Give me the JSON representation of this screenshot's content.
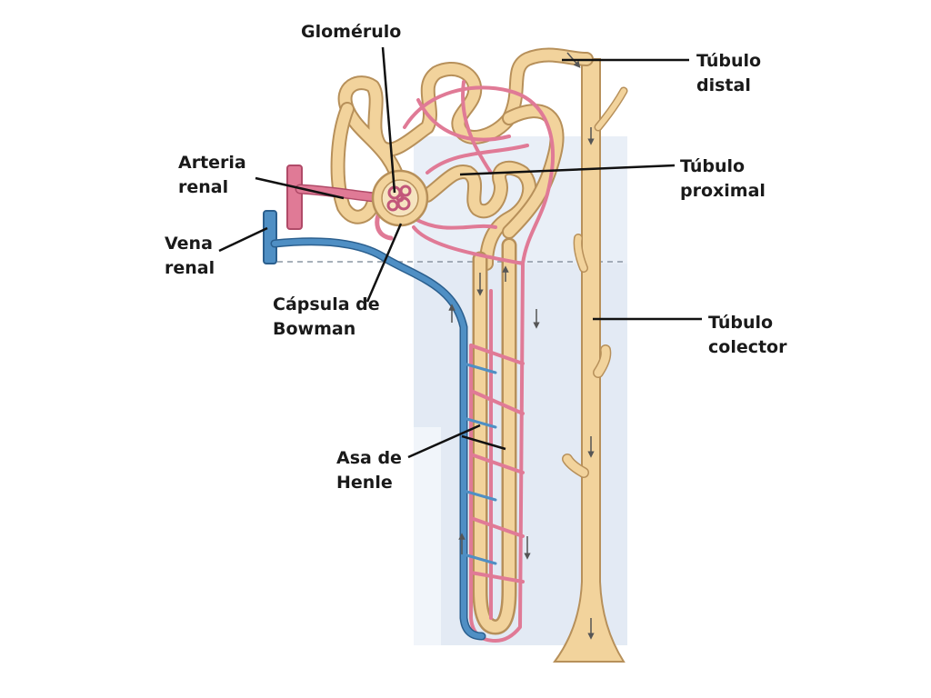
{
  "labels": {
    "glomerulo": [
      "Glomérulo"
    ],
    "tubulo_distal": [
      "Túbulo",
      "distal"
    ],
    "arteria_renal": [
      "Arteria",
      "renal"
    ],
    "tubulo_proximal": [
      "Túbulo",
      "proximal"
    ],
    "vena_renal": [
      "Vena",
      "renal"
    ],
    "capsula_bowman": [
      "Cápsula de",
      "Bowman"
    ],
    "tubulo_colector": [
      "Túbulo",
      "colector"
    ],
    "asa_henle": [
      "Asa de",
      "Henle"
    ]
  },
  "colors": {
    "tubule": "#f2d39c",
    "tubule_outline": "#b7905a",
    "artery": "#e07a96",
    "artery_outline": "#b04a68",
    "vein": "#4f8fc4",
    "vein_outline": "#2b5f8e",
    "medulla_shade": "#e3ebf5",
    "text": "#1a1a1a"
  }
}
